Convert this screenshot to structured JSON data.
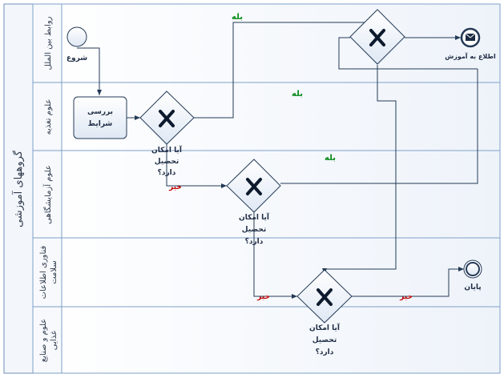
{
  "pool": {
    "label": "گروههای آموزشی"
  },
  "lanes": [
    {
      "label_lines": [
        "روابط بین الملل"
      ]
    },
    {
      "label_lines": [
        "علوم تغذیه"
      ]
    },
    {
      "label_lines": [
        "علوم آزمایشگاهی"
      ]
    },
    {
      "label_lines": [
        "فناوری اطلاعات",
        "سلامت"
      ]
    },
    {
      "label_lines": [
        "علوم و صنایع",
        "غذایی"
      ]
    }
  ],
  "nodes": {
    "start": {
      "label": "شروع"
    },
    "task": {
      "label_lines": [
        "بررسی",
        "شرایط"
      ]
    },
    "gateway1": {
      "label_lines": [
        "آیا امکان",
        "تحصیل",
        "دارد؟"
      ]
    },
    "gateway2": {
      "label_lines": [
        "آیا امکان",
        "تحصیل",
        "دارد؟"
      ]
    },
    "gateway3": {
      "label_lines": [
        "آیا امکان",
        "تحصیل",
        "دارد؟"
      ]
    },
    "gateway4": {},
    "notify": {
      "label": "اطلاع به آموزش"
    },
    "end": {
      "label": "پایان"
    }
  },
  "flow_labels": {
    "yes_top": "بله",
    "yes_nutrition": "بله",
    "yes_lab": "بله",
    "no_lab": "خیر",
    "no_it_left": "خیر",
    "no_it_right": "خیر"
  },
  "colors": {
    "lane_bg": "#ffffff",
    "lane_border": "#7fa0c8",
    "pool_bg": "#f3f6fb",
    "gateway_fill": "#e9eff8",
    "yes": "#0a8a1a",
    "no": "#c00000"
  }
}
